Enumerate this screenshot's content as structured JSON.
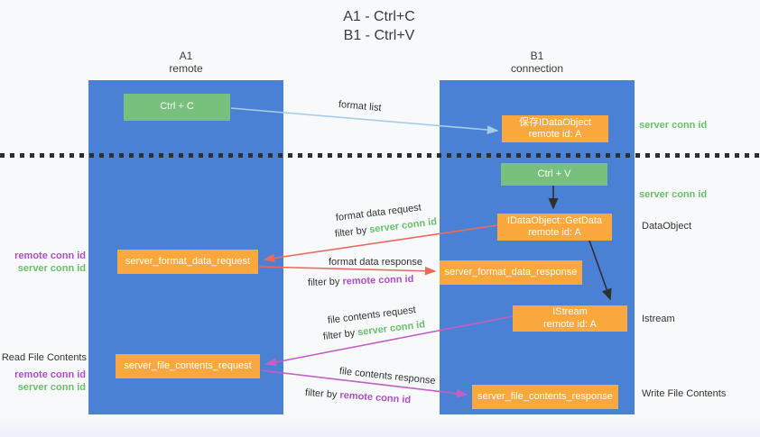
{
  "title": {
    "line1": "A1 - Ctrl+C",
    "line2": "B1 - Ctrl+V"
  },
  "lifelines": {
    "a1": {
      "name": "A1",
      "subtitle": "remote"
    },
    "b1": {
      "name": "B1",
      "subtitle": "connection"
    }
  },
  "boxes": {
    "ctrl_c": "Ctrl + C",
    "save_dataobject": {
      "line1": "保存IDataObject",
      "line2": "remote id: A"
    },
    "ctrl_v": "Ctrl + V",
    "getdata": {
      "line1": "IDataObject::GetData",
      "line2": "remote id: A"
    },
    "format_request": "server_format_data_request",
    "format_response": "server_format_data_response",
    "istream": {
      "line1": "IStream",
      "line2": "remote id: A"
    },
    "file_request": "server_file_contents_request",
    "file_response": "server_file_contents_response"
  },
  "arrow_labels": {
    "format_list": "format list",
    "format_data_request": "format data request",
    "format_data_response": "format data response",
    "file_contents_request": "file contents request",
    "file_contents_response": "file contents response",
    "filter_by": "filter by",
    "server_conn_id": "server conn id",
    "remote_conn_id": "remote conn id"
  },
  "side_labels": {
    "server_conn_id": "server conn id",
    "remote_conn_id": "remote conn id",
    "dataobject": "DataObject",
    "istream": "Istream",
    "read_file_contents": "Read File Contents",
    "write_file_contents": "Write File Contents"
  },
  "colors": {
    "lifeline_blue": "#4b81d4",
    "box_green": "#77c17c",
    "box_orange": "#f8a83c",
    "arrow_red": "#ea6a5f",
    "arrow_magenta": "#c45fc4",
    "arrow_light_blue": "#a5cdea",
    "arrow_black": "#2f2f2f",
    "text_green": "#6abf6c",
    "text_purple": "#ad4fc9",
    "text_dark": "#333333"
  }
}
